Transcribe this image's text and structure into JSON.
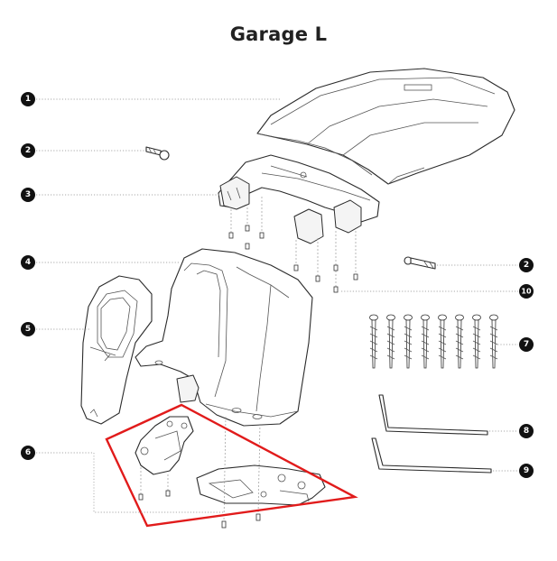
{
  "title": "Garage L",
  "callouts": [
    {
      "id": "1",
      "label": "1"
    },
    {
      "id": "2a",
      "label": "2"
    },
    {
      "id": "3",
      "label": "3"
    },
    {
      "id": "4",
      "label": "4"
    },
    {
      "id": "5",
      "label": "5"
    },
    {
      "id": "6",
      "label": "6"
    },
    {
      "id": "2b",
      "label": "2"
    },
    {
      "id": "10",
      "label": "10"
    },
    {
      "id": "7",
      "label": "7"
    },
    {
      "id": "8",
      "label": "8"
    },
    {
      "id": "9",
      "label": "9"
    }
  ],
  "colors": {
    "callout": "#111111",
    "leader": "#a8a8a8",
    "highlight": "#e11b1b",
    "outline": "#2b2b2b"
  }
}
